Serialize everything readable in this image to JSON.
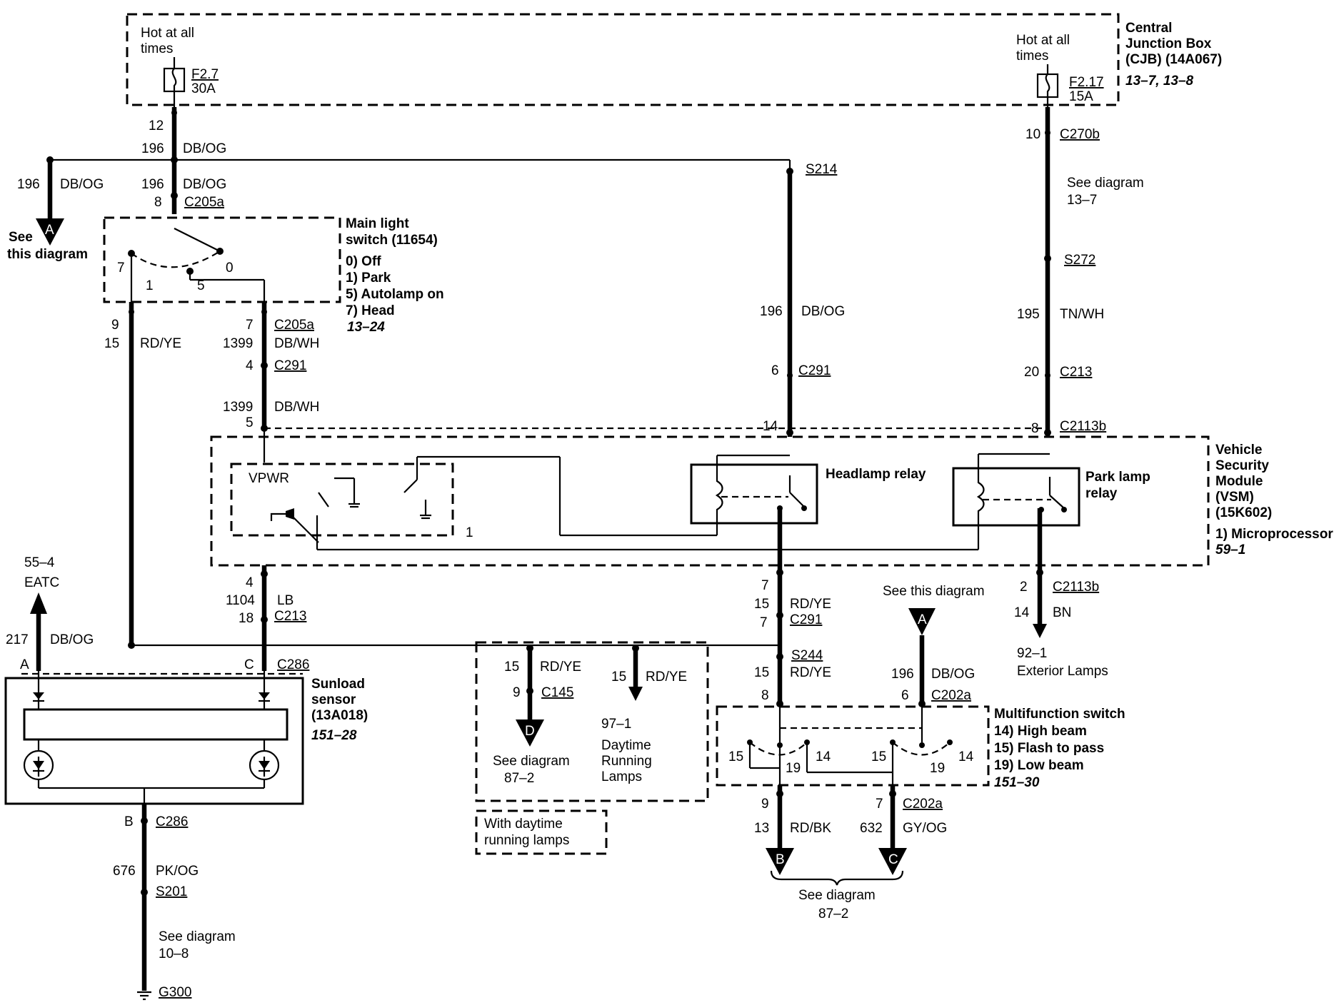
{
  "cjb": {
    "hot1_l1": "Hot at all",
    "hot1_l2": "times",
    "fuse1_id": "F2.7",
    "fuse1_amp": "30A",
    "hot2_l1": "Hot at all",
    "hot2_l2": "times",
    "fuse2_id": "F2.17",
    "fuse2_amp": "15A",
    "title_l1": "Central",
    "title_l2": "Junction Box",
    "title_l3": "(CJB) (14A067)",
    "ref": "13–7, 13–8"
  },
  "left_feed": {
    "pin12": "12",
    "c196": "196",
    "col": "DB/OG",
    "b196": "196",
    "bcol": "DB/OG",
    "pin8": "8",
    "conn": "C205a",
    "lc196": "196",
    "lcol": "DB/OG",
    "arrow": "A",
    "see_l1": "See",
    "see_l2": "this diagram"
  },
  "main_switch": {
    "title_l1": "Main light",
    "title_l2": "switch (11654)",
    "opt0": "0) Off",
    "opt1": "1) Park",
    "opt5": "5) Autolamp on",
    "opt7": "7) Head",
    "ref": "13–24",
    "p7": "7",
    "p1": "1",
    "p5": "5",
    "p0": "0"
  },
  "switch_out": {
    "p9": "9",
    "c15": "15",
    "col_rdye": "RD/YE",
    "p7": "7",
    "conn_c205a": "C205a",
    "c1399a": "1399",
    "col_dbwh1": "DB/WH",
    "p4": "4",
    "conn_c291": "C291",
    "c1399b": "1399",
    "col_dbwh2": "DB/WH",
    "p5": "5"
  },
  "vsm": {
    "title_l1": "Vehicle",
    "title_l2": "Security",
    "title_l3": "Module",
    "title_l4": "(VSM)",
    "title_l5": "(15K602)",
    "micro": "1) Microprocessor",
    "ref": "59–1",
    "vpwr": "VPWR",
    "n1": "1",
    "headlamp": "Headlamp relay",
    "park_l1": "Park lamp",
    "park_l2": "relay"
  },
  "headlamp_feed": {
    "s214": "S214",
    "c196": "196",
    "col": "DB/OG",
    "p6": "6",
    "conn_c291": "C291",
    "p14": "14"
  },
  "park_feed": {
    "p10": "10",
    "conn": "C270b",
    "see_l1": "See diagram",
    "see_l2": "13–7",
    "s272": "S272",
    "c195": "195",
    "col": "TN/WH",
    "p20": "20",
    "conn_c213": "C213",
    "p8": "8",
    "conn_c2113b": "C2113b"
  },
  "park_out": {
    "p2": "2",
    "conn": "C2113b",
    "c14": "14",
    "col": "BN",
    "ref": "92–1",
    "label": "Exterior Lamps"
  },
  "eatc": {
    "ref": "55–4",
    "label": "EATC",
    "c217": "217",
    "col": "DB/OG",
    "pinA": "A"
  },
  "lb_wire": {
    "p4": "4",
    "c1104": "1104",
    "col": "LB",
    "p18": "18",
    "conn_c213": "C213",
    "pinC": "C",
    "conn_c286": "C286"
  },
  "sunload": {
    "title_l1": "Sunload",
    "title_l2": "sensor",
    "title_l3": "(13A018)",
    "ref": "151–28",
    "pinB": "B",
    "conn_c286": "C286",
    "c676": "676",
    "col": "PK/OG",
    "s201": "S201",
    "see_l1": "See diagram",
    "see_l2": "10–8",
    "ground": "G300"
  },
  "drl": {
    "c15a": "15",
    "col_a": "RD/YE",
    "p9": "9",
    "conn_c145": "C145",
    "arrow": "D",
    "see_l1": "See diagram",
    "see_l2": "87–2",
    "c15b": "15",
    "col_b": "RD/YE",
    "ref": "97–1",
    "lbl_l1": "Daytime",
    "lbl_l2": "Running",
    "lbl_l3": "Lamps",
    "note_l1": "With daytime",
    "note_l2": "running lamps"
  },
  "headlamp_out": {
    "p7a": "7",
    "c15": "15",
    "col": "RD/YE",
    "p7b": "7",
    "conn_c291": "C291",
    "s244": "S244",
    "c15b": "15",
    "col_b": "RD/YE",
    "p8": "8"
  },
  "mf_feed": {
    "see": "See this diagram",
    "arrow": "A",
    "c196": "196",
    "col": "DB/OG",
    "p6": "6",
    "conn": "C202a"
  },
  "multifunction": {
    "title": "Multifunction switch",
    "opt14": "14) High beam",
    "opt15": "15) Flash to pass",
    "opt19": "19) Low beam",
    "ref": "151–30",
    "l15a": "15",
    "l19a": "19",
    "l14a": "14",
    "l15b": "15",
    "l19b": "19",
    "l14b": "14"
  },
  "mf_out": {
    "p9": "9",
    "c13": "13",
    "col_b": "RD/BK",
    "arrowB": "B",
    "p7": "7",
    "conn": "C202a",
    "c632": "632",
    "col_c": "GY/OG",
    "arrowC": "C",
    "see_l1": "See diagram",
    "see_l2": "87–2"
  }
}
